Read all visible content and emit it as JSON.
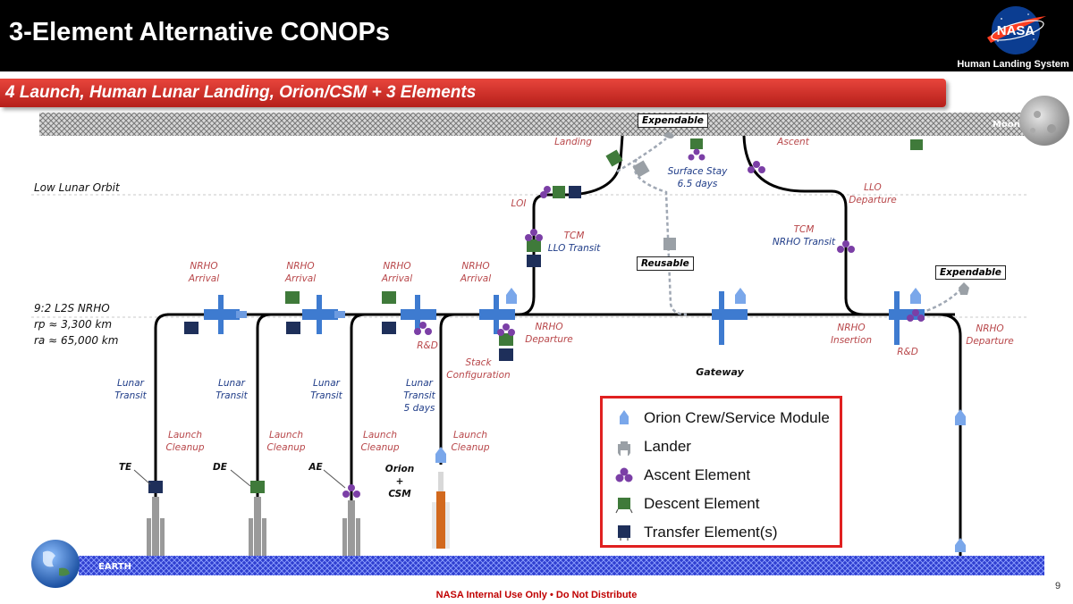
{
  "header": {
    "title": "3-Element Alternative CONOPs",
    "logo_text": "NASA",
    "program": "Human Landing System"
  },
  "banner": {
    "subtitle": "4 Launch, Human Lunar Landing, Orion/CSM + 3 Elements"
  },
  "bodies": {
    "moon": "Moon",
    "earth": "EARTH"
  },
  "orbits": {
    "llo": "Low Lunar Orbit",
    "nrho_name": "9:2 L2S NRHO",
    "rp_label": "rp ≈   3,300 km",
    "ra_label": "ra ≈ 65,000 km"
  },
  "labels": {
    "nrho_arrival": [
      "NRHO",
      "Arrival"
    ],
    "nrho_departure": [
      "NRHO",
      "Departure"
    ],
    "nrho_insertion": [
      "NRHO",
      "Insertion"
    ],
    "lunar_transit": [
      "Lunar",
      "Transit"
    ],
    "lunar_transit_5": [
      "Lunar",
      "Transit",
      "5 days"
    ],
    "launch_cleanup": [
      "Launch",
      "Cleanup"
    ],
    "stack_config": [
      "Stack",
      "Configuration"
    ],
    "rd": "R&D",
    "landing": "Landing",
    "ascent": "Ascent",
    "loi": "LOI",
    "tcm": "TCM",
    "llo_transit": "LLO Transit",
    "nrho_transit": "NRHO Transit",
    "surface_stay": [
      "Surface Stay",
      "6.5 days"
    ],
    "llo_departure": [
      "LLO",
      "Departure"
    ],
    "gateway": "Gateway",
    "expendable": "Expendable",
    "reusable": "Reusable",
    "te": "TE",
    "de": "DE",
    "ae": "AE",
    "orion_csm": [
      "Orion",
      "+",
      "CSM"
    ]
  },
  "legend": {
    "items": [
      {
        "label": "Orion Crew/Service Module",
        "icon": "orion-icon"
      },
      {
        "label": "Lander",
        "icon": "lander-icon"
      },
      {
        "label": "Ascent Element",
        "icon": "ascent-element-icon"
      },
      {
        "label": "Descent Element",
        "icon": "descent-element-icon"
      },
      {
        "label": "Transfer Element(s)",
        "icon": "transfer-element-icon"
      }
    ]
  },
  "colors": {
    "ascent": "#7b3fa6",
    "descent": "#3f7a3a",
    "transfer": "#1e2f5a",
    "orion": "#7aa7ea",
    "banner_red": "#d0312d",
    "legend_border": "#e02020"
  },
  "footer": {
    "text": "NASA Internal Use Only • Do Not Distribute",
    "page": "9"
  }
}
